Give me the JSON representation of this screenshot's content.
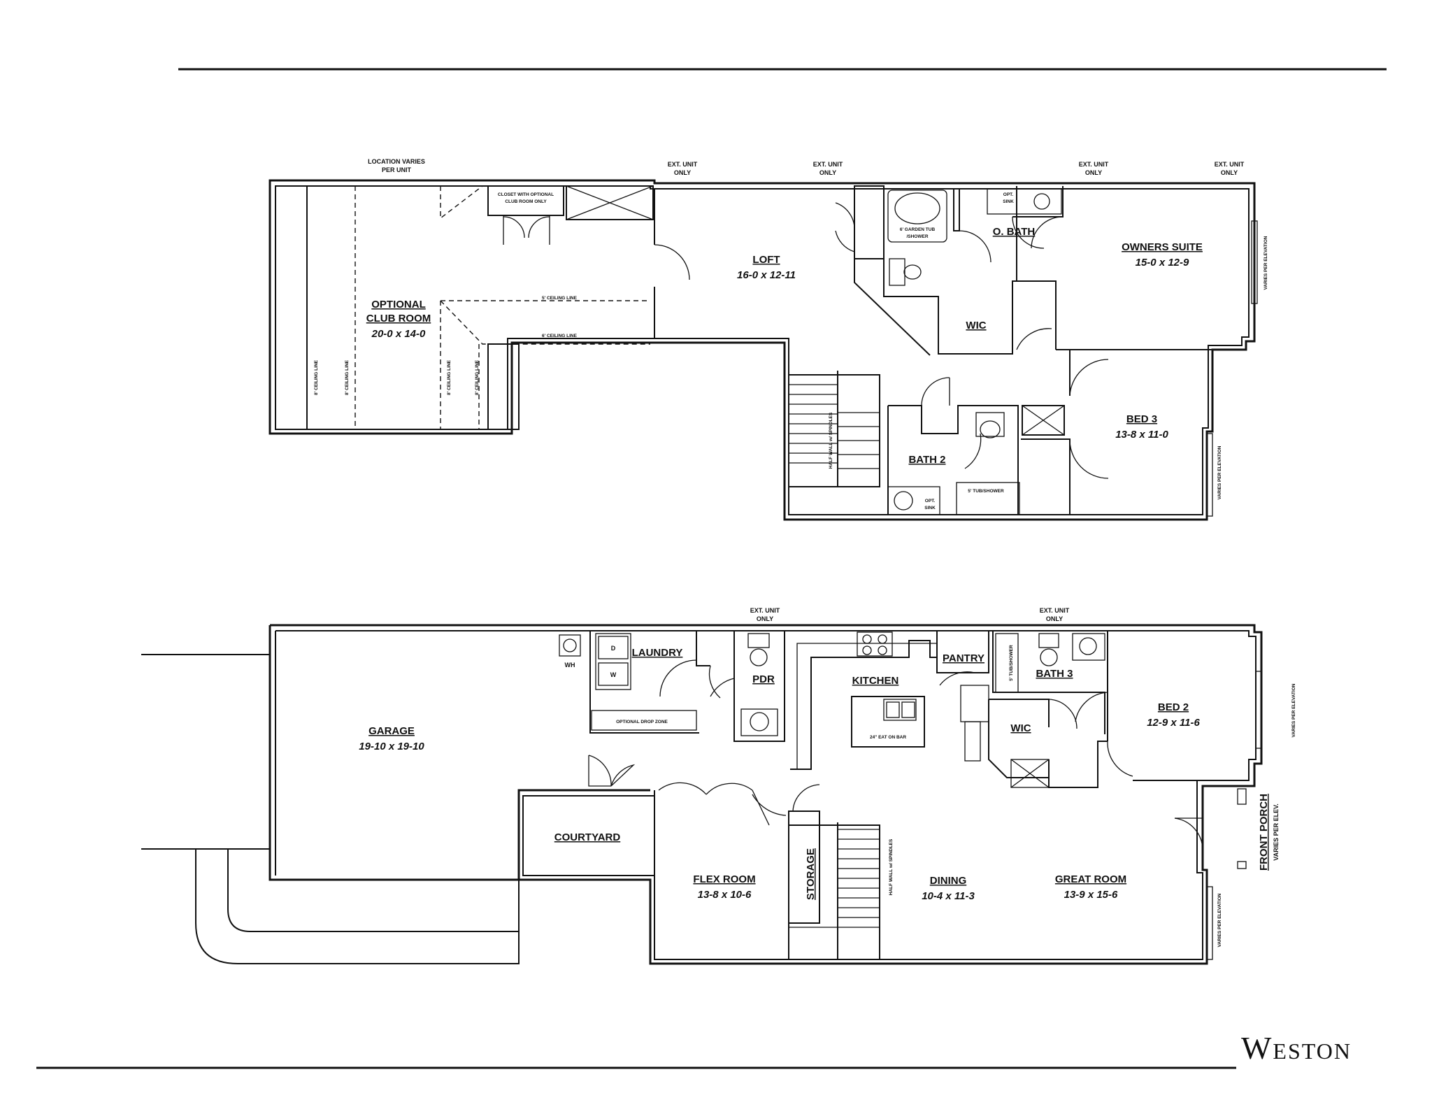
{
  "brand": "Weston",
  "upper_floor": {
    "rooms": {
      "club_room": {
        "name_line1": "OPTIONAL",
        "name_line2": "CLUB ROOM",
        "size": "20-0 x 14-0"
      },
      "loft": {
        "name": "LOFT",
        "size": "16-0 x 12-11"
      },
      "owners_suite": {
        "name": "OWNERS SUITE",
        "size": "15-0 x 12-9"
      },
      "o_bath": {
        "name": "O. BATH"
      },
      "wic": {
        "name": "WIC"
      },
      "bed3": {
        "name": "BED 3",
        "size": "13-8 x 11-0"
      },
      "bath2": {
        "name": "BATH 2"
      }
    },
    "notes": {
      "location_varies_1": "LOCATION VARIES",
      "location_varies_2": "PER UNIT",
      "closet_club_1": "CLOSET WITH OPTIONAL",
      "closet_club_2": "CLUB ROOM ONLY",
      "ext_unit": "EXT. UNIT",
      "only": "ONLY",
      "ceiling_5": "5' CEILING LINE",
      "ceiling_6": "6' CEILING LINE",
      "ceiling_8": "8' CEILING LINE",
      "garden_tub_1": "6' GARDEN TUB",
      "garden_tub_2": "/SHOWER",
      "opt": "OPT.",
      "sink": "SINK",
      "tub_shower": "5' TUB/SHOWER",
      "half_wall": "HALF WALL w/ SPINDLES",
      "varies_per_elevation": "VARIES PER ELEVATION"
    }
  },
  "main_floor": {
    "rooms": {
      "garage": {
        "name": "GARAGE",
        "size": "19-10 x 19-10"
      },
      "laundry": {
        "name": "LAUNDRY"
      },
      "pdr": {
        "name": "PDR"
      },
      "kitchen": {
        "name": "KITCHEN"
      },
      "pantry": {
        "name": "PANTRY"
      },
      "bath3": {
        "name": "BATH 3"
      },
      "bed2": {
        "name": "BED 2",
        "size": "12-9 x 11-6"
      },
      "wic": {
        "name": "WIC"
      },
      "courtyard": {
        "name": "COURTYARD"
      },
      "flex": {
        "name": "FLEX ROOM",
        "size": "13-8 x 10-6"
      },
      "storage": {
        "name": "STORAGE"
      },
      "dining": {
        "name": "DINING",
        "size": "10-4 x 11-3"
      },
      "great_room": {
        "name": "GREAT ROOM",
        "size": "13-9 x 15-6"
      },
      "front_porch": {
        "name": "FRONT PORCH",
        "note": "VARIES PER ELEV."
      }
    },
    "notes": {
      "wh": "WH",
      "dryer": "D",
      "washer": "W",
      "drop_zone": "OPTIONAL DROP ZONE",
      "eat_on_bar": "24\" EAT ON BAR",
      "ext_unit": "EXT. UNIT",
      "only": "ONLY",
      "tub_shower": "5' TUB/SHOWER",
      "half_wall": "HALF WALL w/ SPINDLES",
      "varies_per_elevation": "VARIES PER ELEVATION"
    }
  }
}
